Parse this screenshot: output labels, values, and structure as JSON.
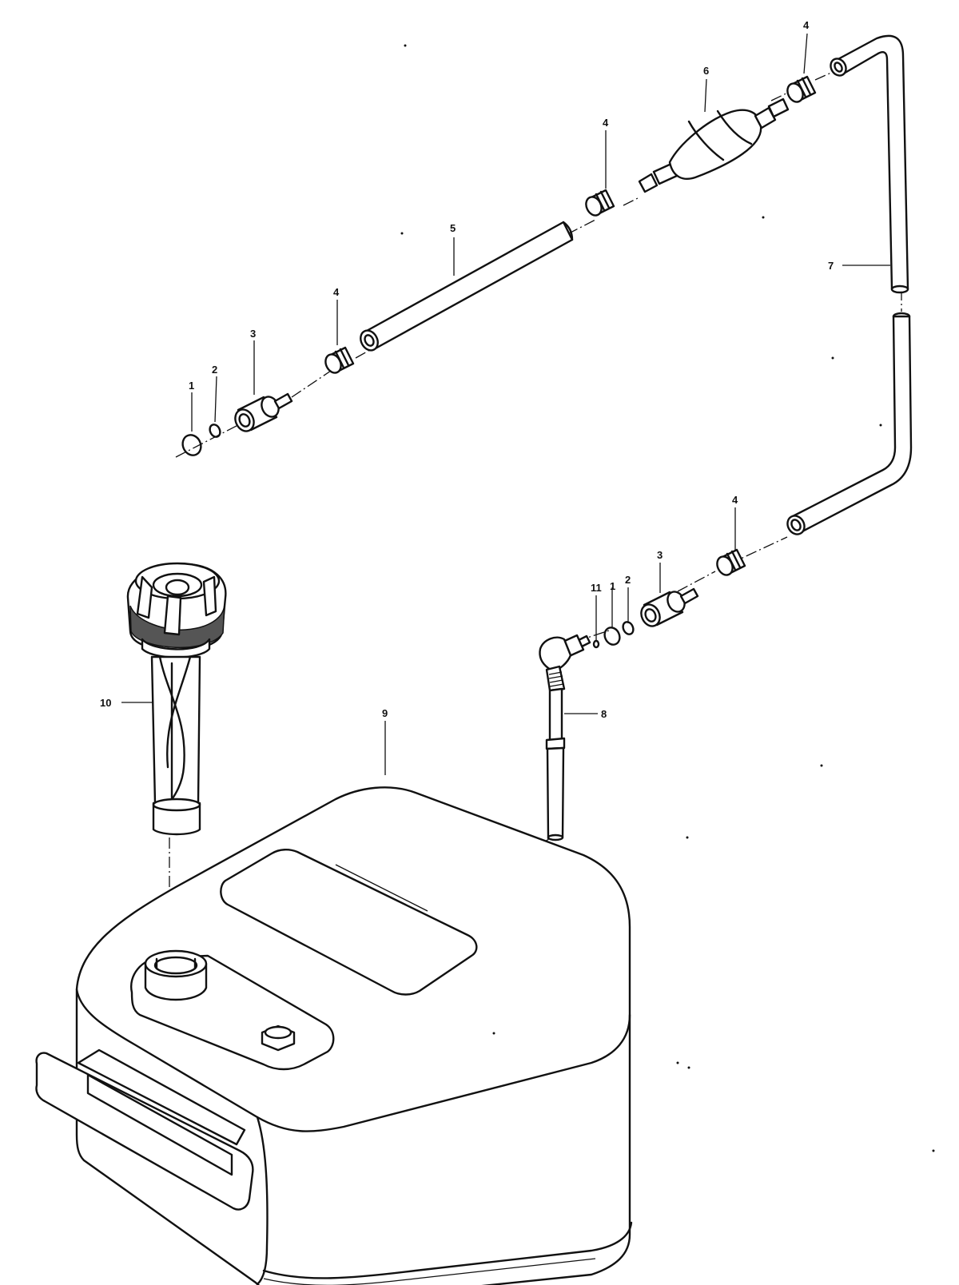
{
  "callouts": {
    "c1_left": "1",
    "c2_left": "2",
    "c3_left": "3",
    "c4_left": "4",
    "c5": "5",
    "c4_mid": "4",
    "c6": "6",
    "c4_top": "4",
    "c7": "7",
    "c4_right": "4",
    "c3_right": "3",
    "c2_right": "2",
    "c1_right": "1",
    "c11": "11",
    "c8": "8",
    "c9": "9",
    "c10": "10"
  }
}
